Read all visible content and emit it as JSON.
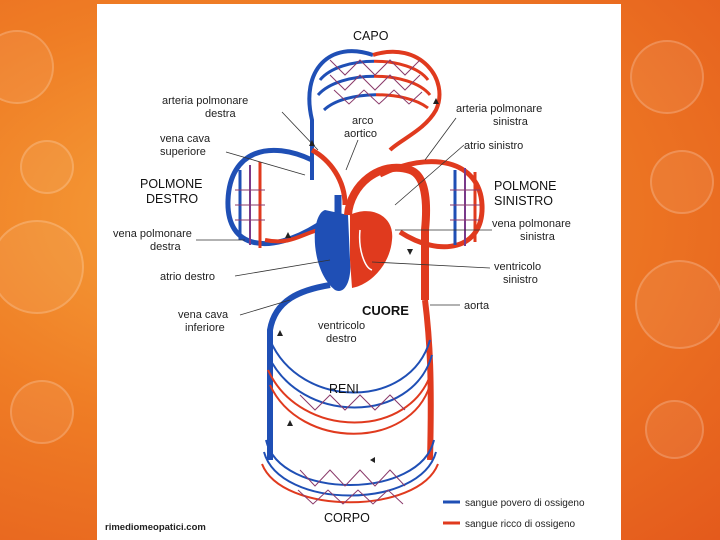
{
  "labels": {
    "capo": "CAPO",
    "arteria_polmonare_destra": [
      "arteria polmonare",
      "destra"
    ],
    "arco_aortico": [
      "arco",
      "aortico"
    ],
    "arteria_polmonare_sinistra": [
      "arteria polmonare",
      "sinistra"
    ],
    "vena_cava_superiore": [
      "vena cava",
      "superiore"
    ],
    "atrio_sinistro": "atrio sinistro",
    "polmone_destro": [
      "POLMONE",
      "DESTRO"
    ],
    "polmone_sinistro": [
      "POLMONE",
      "SINISTRO"
    ],
    "vena_polmonare_destra": [
      "vena polmonare",
      "destra"
    ],
    "vena_polmonare_sinistra": [
      "vena polmonare",
      "sinistra"
    ],
    "atrio_destro": "atrio destro",
    "ventricolo_sinistro": [
      "ventricolo",
      "sinistro"
    ],
    "vena_cava_inferiore": [
      "vena cava",
      "inferiore"
    ],
    "cuore": "CUORE",
    "aorta": "aorta",
    "ventricolo_destro": [
      "ventricolo",
      "destro"
    ],
    "reni": "RENI",
    "corpo": "CORPO"
  },
  "legend": {
    "poor": "sangue povero di ossigeno",
    "rich": "sangue ricco di ossigeno"
  },
  "watermark": "rimediomeopatici.com",
  "colors": {
    "blue": "#1f4fb5",
    "red": "#e03a1e"
  }
}
